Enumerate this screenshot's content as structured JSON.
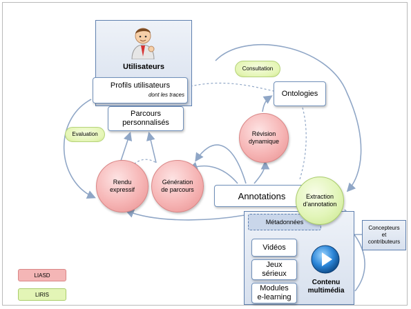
{
  "nodes": {
    "utilisateurs": "Utilisateurs",
    "profils": "Profils utilisateurs",
    "profils_note": "dont les traces",
    "parcours_line1": "Parcours",
    "parcours_line2": "personnalisés",
    "ontologies": "Ontologies",
    "consultation": "Consultation",
    "evaluation": "Evaluation",
    "revision_line1": "Révision",
    "revision_line2": "dynamique",
    "rendu_line1": "Rendu",
    "rendu_line2": "expressif",
    "generation_line1": "Génération",
    "generation_line2": "de parcours",
    "annotations": "Annotations",
    "extraction_line1": "Extraction",
    "extraction_line2": "d'annotation",
    "metadonnees": "Métadonnées",
    "videos": "Vidéos",
    "jeux_line1": "Jeux",
    "jeux_line2": "sérieux",
    "modules_line1": "Modules",
    "modules_line2": "e-learning",
    "contenu_line1": "Contenu",
    "contenu_line2": "multimédia",
    "concepteurs_line1": "Concepteurs",
    "concepteurs_line2": "et",
    "concepteurs_line3": "contributeurs"
  },
  "legend": [
    {
      "label": "LIASD",
      "color": "#f4b6b6"
    },
    {
      "label": "LIRIS",
      "color": "#e3f5b6"
    }
  ],
  "colors": {
    "accent_blue": "#5e7fae",
    "connector": "#8fa6c6"
  }
}
